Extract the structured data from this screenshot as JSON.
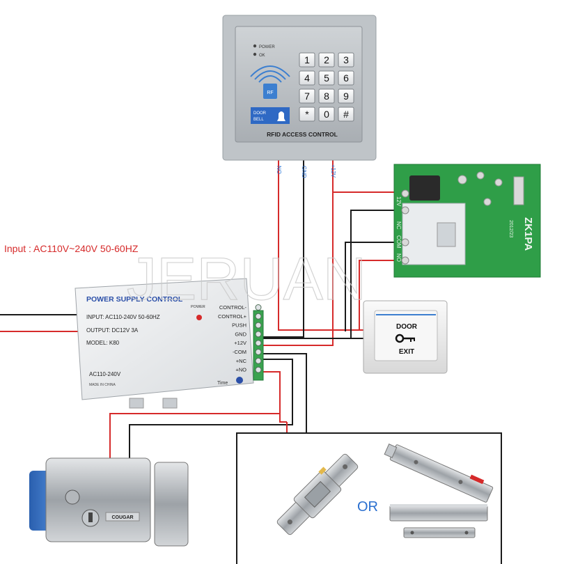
{
  "input_label": "Input : AC110V~240V 50-60HZ",
  "watermark": "JERUAN",
  "keypad": {
    "power_led_label": "POWER",
    "ok_led_label": "OK",
    "keys": [
      "1",
      "2",
      "3",
      "4",
      "5",
      "6",
      "7",
      "8",
      "9",
      "*",
      "0",
      "#"
    ],
    "rf_label": "RF",
    "doorbell_label_1": "DOOR",
    "doorbell_label_2": "BELL",
    "footer_label": "RFID ACCESS CONTROL",
    "wire_labels": [
      "NO",
      "GND",
      "+12V"
    ]
  },
  "relay_board": {
    "model": "ZK1PA",
    "date_code": "2012/23",
    "pin_labels": [
      "12V",
      "NC",
      "COM",
      "NO"
    ]
  },
  "power_supply": {
    "title": "POWER SUPPLY CONTROL",
    "input_spec": "INPUT: AC110-240V  50-60HZ",
    "output_spec": "OUTPUT:  DC12V  3A",
    "model": "MODEL:  K80",
    "power_led_label": "POWER",
    "terminals": [
      "CONTROL-",
      "CONTROL+",
      "PUSH",
      "GND",
      "+12V",
      "-COM",
      "+NC",
      "+NO"
    ],
    "ac_label": "AC110-240V",
    "made_in": "MADE IN CHINA",
    "time_label": "Time"
  },
  "exit_button": {
    "line1": "DOOR",
    "line2": "EXIT"
  },
  "lock": {
    "brand": "COUGAR"
  },
  "alternatives": {
    "or_label": "OR"
  },
  "colors": {
    "wire_red": "#d62a2a",
    "wire_black": "#1a1a1a",
    "board_green": "#2f9e48",
    "label_blue": "#2a6fcf",
    "psu_title_blue": "#2b4fa8"
  }
}
